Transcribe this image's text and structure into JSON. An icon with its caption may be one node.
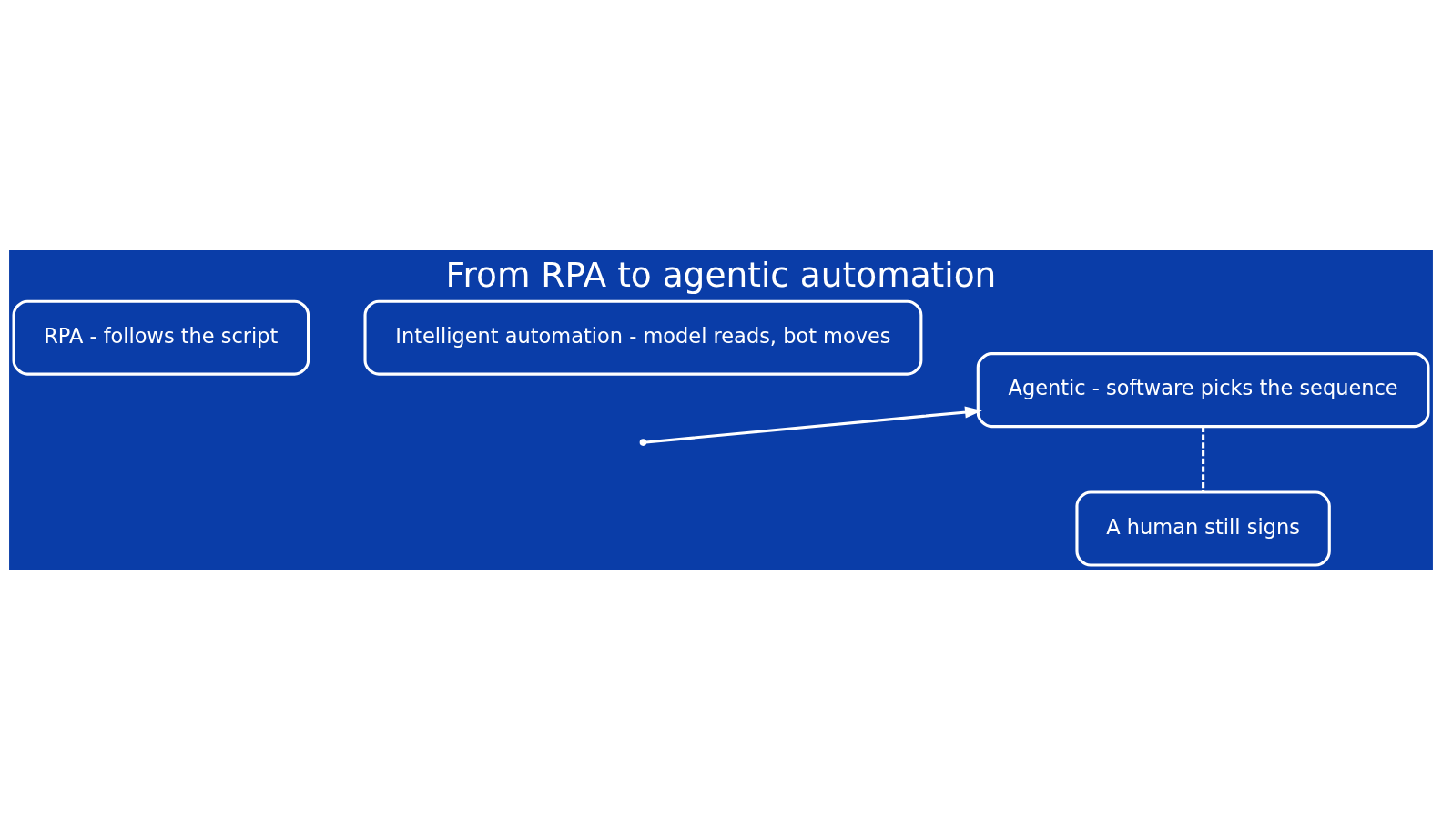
{
  "diagram": {
    "title": "From RPA to agentic automation",
    "nodes": [
      {
        "text": [
          "RPA - follows the script"
        ]
      },
      {
        "text": [
          "Intelligent automation - model reads, bot moves"
        ]
      },
      {
        "text": [
          "Agentic - software picks the sequence"
        ]
      },
      {
        "text": [
          "A human still signs"
        ]
      }
    ],
    "edges": [
      {
        "from": null,
        "to": 2,
        "arrow": "to"
      },
      {
        "from": 2,
        "to": 3,
        "arrow": "none",
        "style": "dashed"
      }
    ]
  }
}
